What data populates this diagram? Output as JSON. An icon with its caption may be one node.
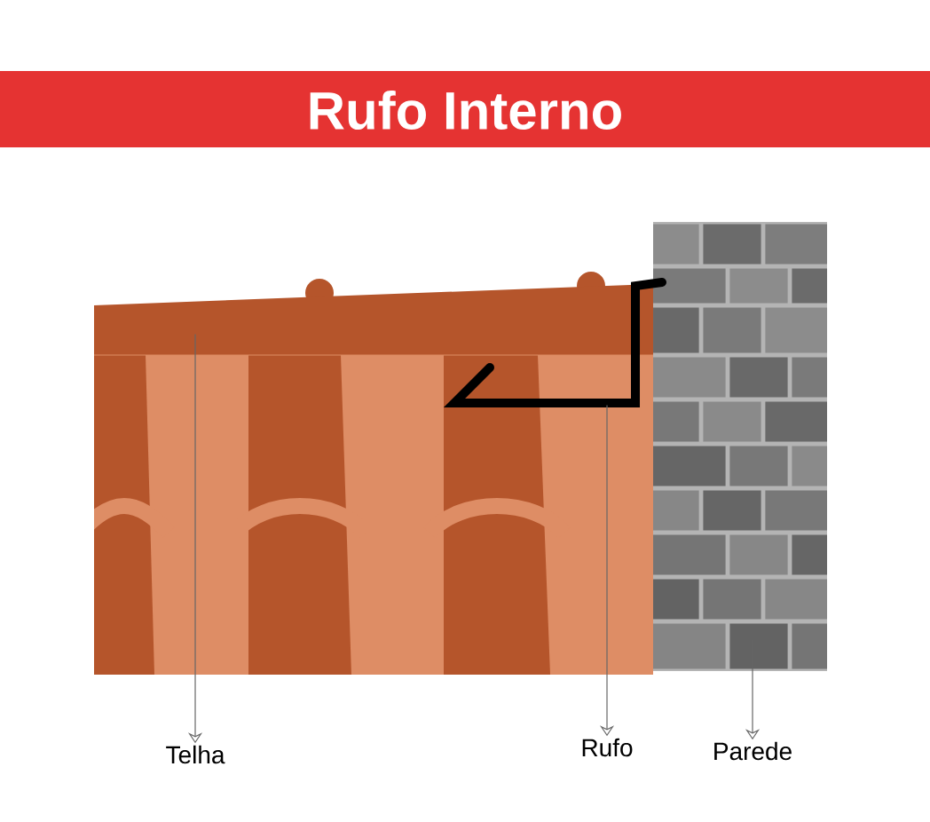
{
  "diagram": {
    "title": "Rufo Interno",
    "nodes": [
      {
        "text": [
          "Telha"
        ]
      },
      {
        "text": [],
        "shape": "picture"
      },
      {
        "text": [
          "Rufo"
        ]
      },
      {
        "text": [],
        "shape": "picture"
      },
      {
        "text": [
          "Parede"
        ]
      },
      {
        "text": [],
        "shape": "picture"
      }
    ],
    "edges": [
      {
        "from": 1,
        "to": 0,
        "arrow": "to"
      },
      {
        "from": 3,
        "to": 2,
        "arrow": "to"
      },
      {
        "from": 5,
        "to": 4,
        "arrow": "to"
      }
    ]
  }
}
